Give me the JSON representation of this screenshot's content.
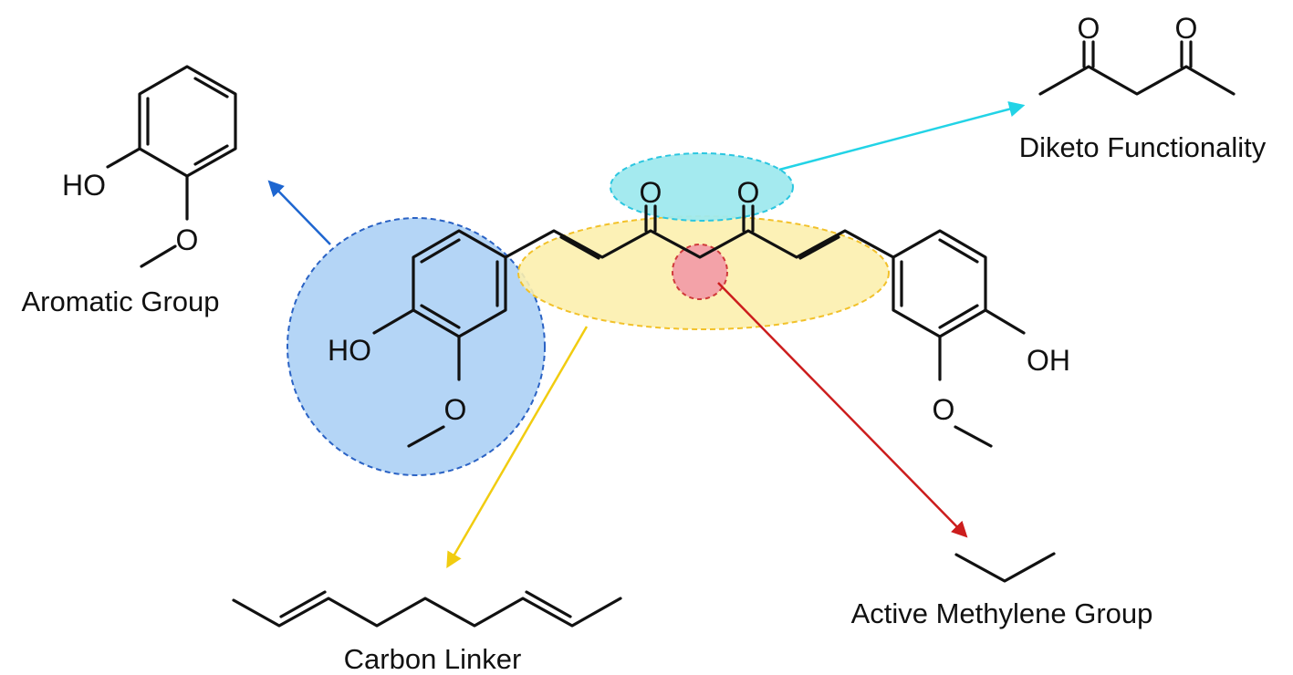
{
  "atoms": {
    "oxygen": "O",
    "hydroxyl_left": "HO",
    "hydroxyl_right": "OH"
  },
  "labels": {
    "aromatic_group": "Aromatic Group",
    "diketo_functionality": "Diketo Functionality",
    "carbon_linker": "Carbon Linker",
    "active_methylene_group": "Active Methylene Group"
  },
  "colors": {
    "aromatic_highlight": "#b4d5f6",
    "aromatic_border": "#2a62c4",
    "aromatic_arrow": "#1e66d0",
    "diketo_highlight": "#9fe9ee",
    "diketo_border": "#2bc6e0",
    "diketo_arrow": "#22d3e6",
    "linker_highlight": "#fcefae",
    "linker_border": "#f2c12a",
    "linker_arrow": "#f1cc10",
    "methylene_highlight": "#f3a2a8",
    "methylene_border": "#d03a3a",
    "methylene_arrow": "#cc1d1d",
    "bond": "#111111"
  }
}
